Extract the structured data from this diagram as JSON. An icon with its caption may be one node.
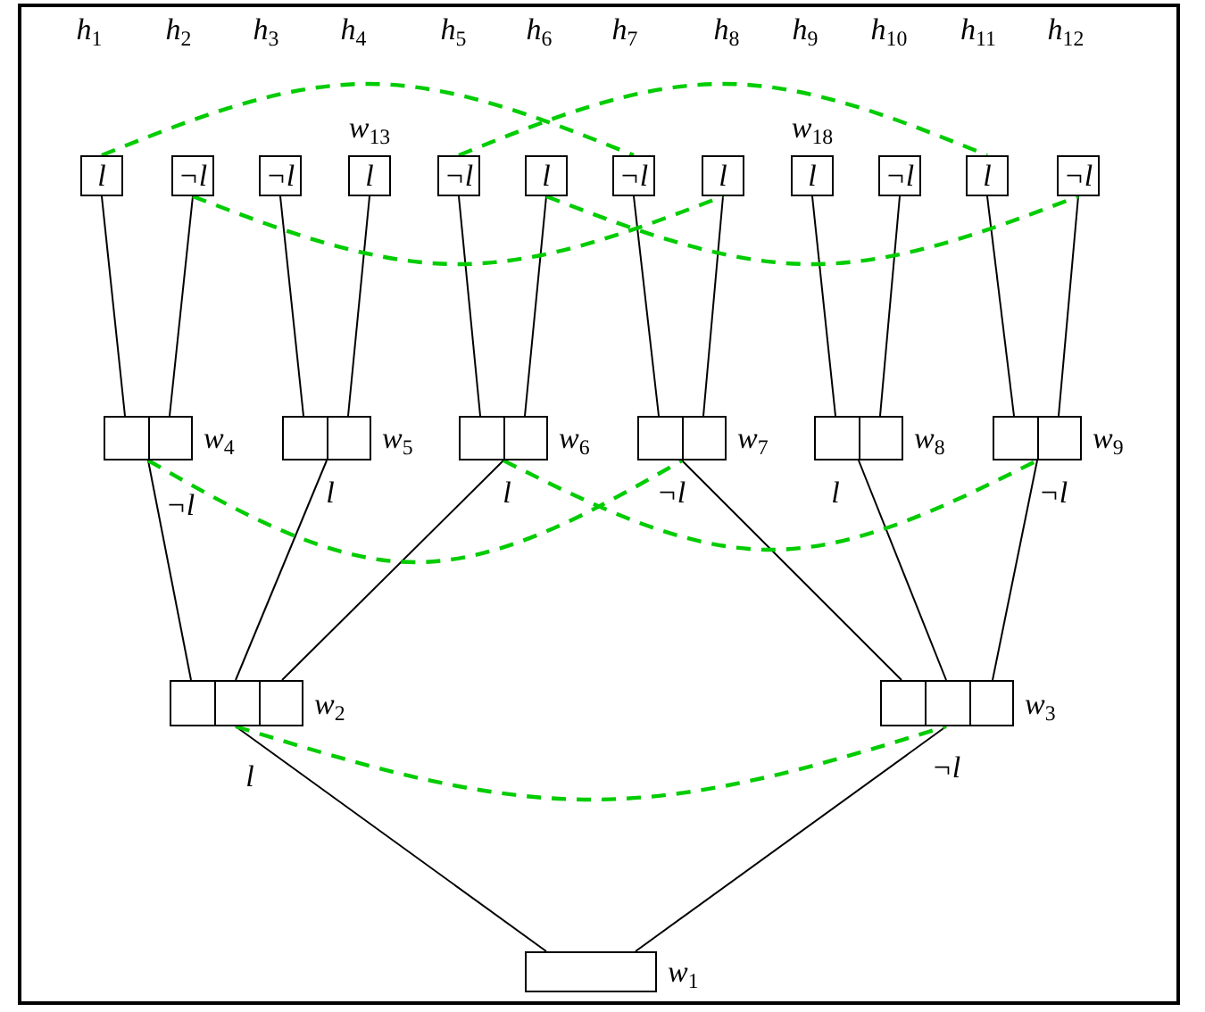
{
  "diagram": {
    "nodes": [
      {
        "text": [
          "l"
        ]
      },
      {
        "text": [
          "¬l"
        ]
      },
      {
        "text": [
          "¬l"
        ]
      },
      {
        "text": [
          "l"
        ],
        "beside": [
          "w$_{13}$"
        ]
      },
      {
        "text": [
          "¬l"
        ]
      },
      {
        "text": [
          "l"
        ]
      },
      {
        "text": [
          "¬l"
        ]
      },
      {
        "text": [
          "l"
        ]
      },
      {
        "text": [
          "l"
        ],
        "beside": [
          "w$_{18}$"
        ]
      },
      {
        "text": [
          "¬l"
        ]
      },
      {
        "text": [
          "l"
        ]
      },
      {
        "text": [
          "¬l"
        ]
      },
      {
        "text": [],
        "shape": "box",
        "beside": [
          "w$_{4}$"
        ]
      },
      {
        "text": [],
        "shape": "box",
        "beside": [
          "w$_{5}$"
        ]
      },
      {
        "text": [],
        "shape": "box",
        "beside": [
          "w$_{6}$"
        ]
      },
      {
        "text": [],
        "shape": "box",
        "beside": [
          "w$_{7}$"
        ]
      },
      {
        "text": [],
        "shape": "box",
        "beside": [
          "w$_{8}$"
        ]
      },
      {
        "text": [],
        "shape": "box",
        "beside": [
          "w$_{9}$"
        ]
      },
      {
        "text": [],
        "shape": "box",
        "beside": [
          "w$_{2}$"
        ]
      },
      {
        "text": [],
        "shape": "box",
        "beside": [
          "w$_{3}$"
        ]
      },
      {
        "text": [],
        "shape": "box",
        "beside": [
          "w$_{1}$"
        ]
      }
    ],
    "edges": [
      {
        "from": 0,
        "to": 12,
        "arrow": "none"
      },
      {
        "from": 1,
        "to": 12,
        "arrow": "none"
      },
      {
        "from": 2,
        "to": 13,
        "arrow": "none"
      },
      {
        "from": 3,
        "to": 13,
        "arrow": "none"
      },
      {
        "from": 4,
        "to": 14,
        "arrow": "none"
      },
      {
        "from": 5,
        "to": 14,
        "arrow": "none"
      },
      {
        "from": 6,
        "to": 15,
        "arrow": "none"
      },
      {
        "from": 7,
        "to": 15,
        "arrow": "none"
      },
      {
        "from": 8,
        "to": 16,
        "arrow": "none"
      },
      {
        "from": 9,
        "to": 16,
        "arrow": "none"
      },
      {
        "from": 10,
        "to": 17,
        "arrow": "none"
      },
      {
        "from": 11,
        "to": 17,
        "arrow": "none"
      },
      {
        "from": 12,
        "to": 18,
        "arrow": "none",
        "label": "¬l"
      },
      {
        "from": 13,
        "to": 18,
        "arrow": "none",
        "label": "l"
      },
      {
        "from": 14,
        "to": 18,
        "arrow": "none",
        "label": "l"
      },
      {
        "from": 15,
        "to": 19,
        "arrow": "none",
        "label": "¬l"
      },
      {
        "from": 16,
        "to": 19,
        "arrow": "none",
        "label": "l"
      },
      {
        "from": 17,
        "to": 19,
        "arrow": "none",
        "label": "¬l"
      },
      {
        "from": 18,
        "to": 20,
        "arrow": "none",
        "label": "l"
      },
      {
        "from": 19,
        "to": 20,
        "arrow": "none",
        "label": "¬l"
      },
      {
        "from": 0,
        "to": 6,
        "arrow": "none",
        "style": "dashed",
        "color": "#00cc00"
      },
      {
        "from": 4,
        "to": 10,
        "arrow": "none",
        "style": "dashed",
        "color": "#00cc00"
      },
      {
        "from": 1,
        "to": 7,
        "arrow": "none",
        "style": "dashed",
        "color": "#00cc00"
      },
      {
        "from": 5,
        "to": 11,
        "arrow": "none",
        "style": "dashed",
        "color": "#00cc00"
      },
      {
        "from": 12,
        "to": 15,
        "arrow": "none",
        "style": "dashed",
        "color": "#00cc00"
      },
      {
        "from": 14,
        "to": 17,
        "arrow": "none",
        "style": "dashed",
        "color": "#00cc00"
      },
      {
        "from": 18,
        "to": 19,
        "arrow": "none",
        "style": "dashed",
        "color": "#00cc00"
      }
    ],
    "labels": [
      "h$_{1}$",
      "h$_{2}$",
      "h$_{3}$",
      "h$_{4}$",
      "h$_{5}$",
      "h$_{6}$",
      "h$_{7}$",
      "h$_{8}$",
      "h$_{9}$",
      "h$_{10}$",
      "h$_{11}$",
      "h$_{12}$"
    ]
  }
}
